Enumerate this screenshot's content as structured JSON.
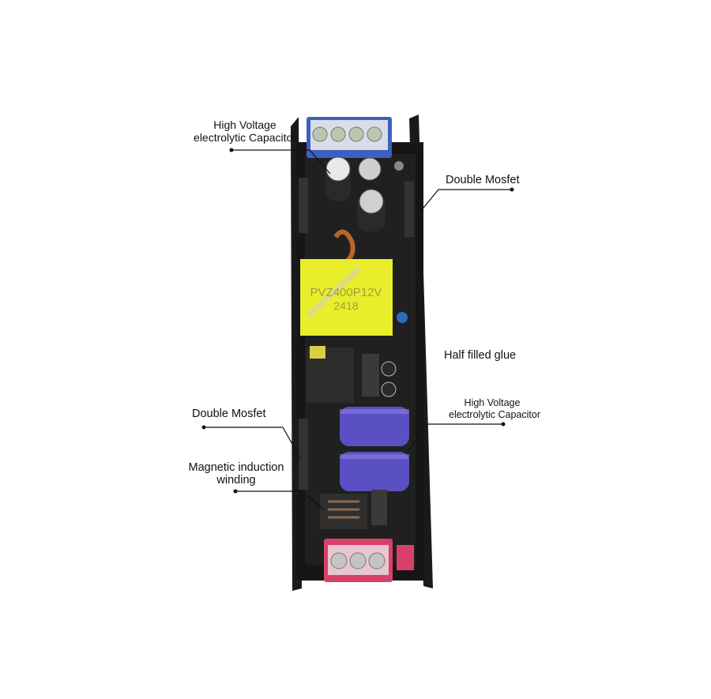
{
  "annotations": {
    "top_left_capacitor": {
      "line1": "High Voltage",
      "line2": "electrolytic Capacitor"
    },
    "top_right_mosfet": "Double Mosfet",
    "glue": "Half filled glue",
    "right_capacitor": {
      "line1": "High Voltage",
      "line2": "electrolytic Capacitor"
    },
    "left_mosfet": "Double Mosfet",
    "winding": {
      "line1": "Magnetic induction",
      "line2": "winding"
    }
  },
  "transformer_label": {
    "model": "PVZ400P12V",
    "code": "2418"
  },
  "colors": {
    "case": "#141414",
    "transformer": "#e8ee2a",
    "input_terminal": "#3d5fc0",
    "output_terminal": "#d8406a",
    "capacitor": "#5b4fc4"
  }
}
